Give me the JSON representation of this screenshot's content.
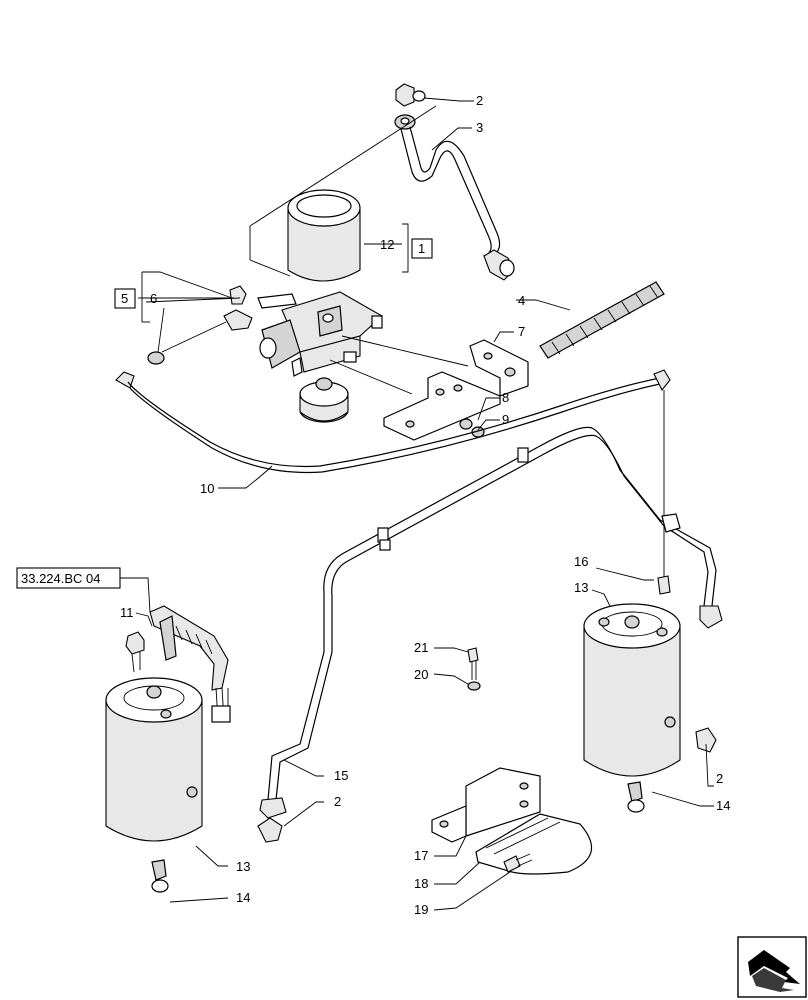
{
  "callouts": {
    "c1": "1",
    "c2a": "2",
    "c2b": "2",
    "c2c": "2",
    "c3": "3",
    "c4": "4",
    "c5": "5",
    "c6": "6",
    "c7": "7",
    "c8": "8",
    "c9": "9",
    "c10": "10",
    "c11": "11",
    "c12": "12",
    "c13a": "13",
    "c13b": "13",
    "c14a": "14",
    "c14b": "14",
    "c15": "15",
    "c16": "16",
    "c17": "17",
    "c18": "18",
    "c19": "19",
    "c20": "20",
    "c21": "21"
  },
  "reference": "33.224.BC 04",
  "nav_icon": "next-page-arrow-icon"
}
